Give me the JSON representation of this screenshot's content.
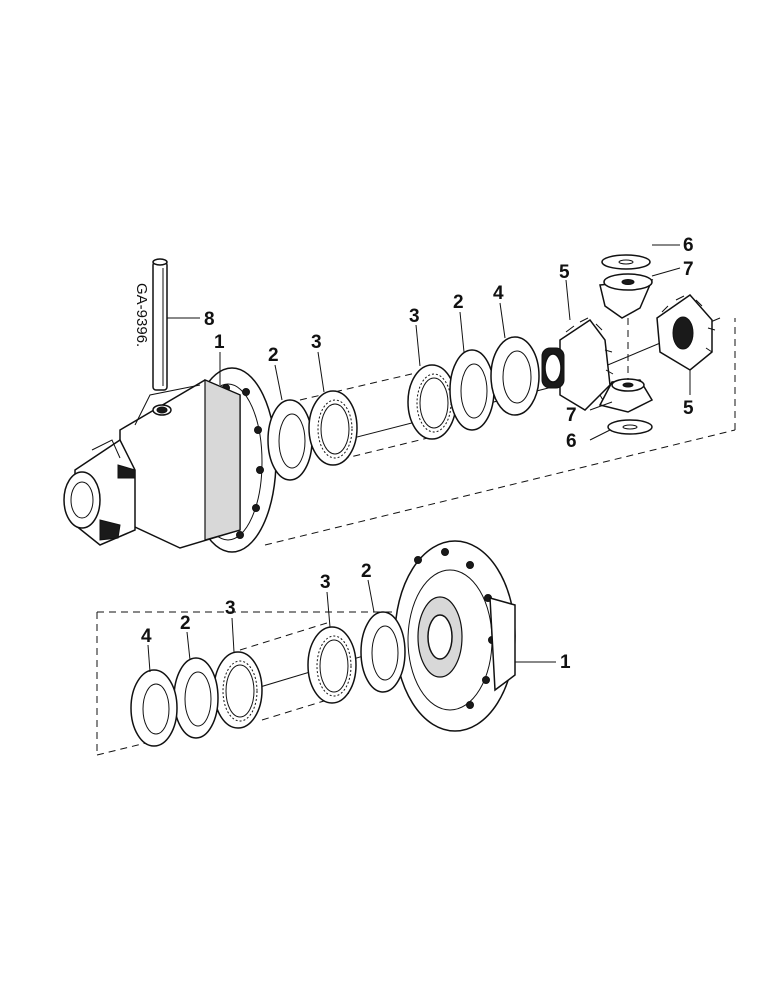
{
  "diagram": {
    "reference_code": "GA-9396.",
    "callouts": {
      "pin": "8",
      "upper_housing": "1",
      "upper_plate_a": "2",
      "upper_disc_a": "3",
      "upper_disc_b": "3",
      "upper_plate_b": "2",
      "upper_washer": "4",
      "side_gear_left": "5",
      "side_gear_right": "5",
      "thrust_washer_top": "6",
      "thrust_washer_bottom": "6",
      "pinion_top": "7",
      "pinion_bottom": "7",
      "lower_washer": "4",
      "lower_plate_a": "2",
      "lower_disc_a": "3",
      "lower_disc_b": "3",
      "lower_plate_b": "2",
      "lower_housing": "1"
    }
  }
}
